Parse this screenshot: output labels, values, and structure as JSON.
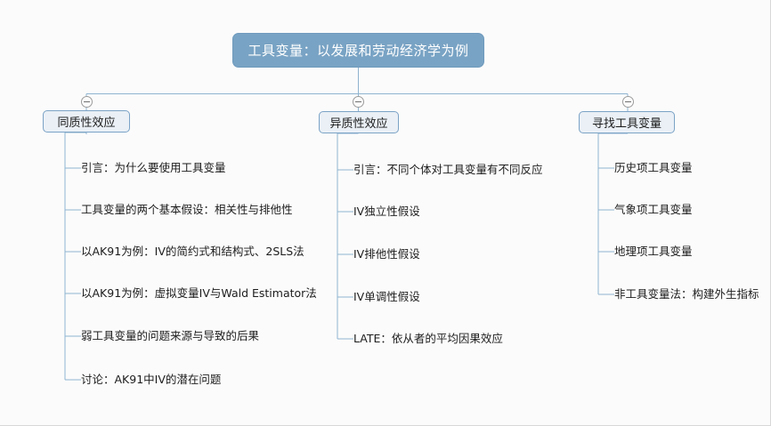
{
  "canvas": {
    "background": "#fbfbfb",
    "accent": "#79a3c4",
    "edge_color": "#8fb4d0",
    "node_fill": "#eaf0f6",
    "node_border": "#7ba3c6",
    "text_color": "#1d1d1d"
  },
  "root": {
    "label": "工具变量：以发展和劳动经济学为例",
    "toggle_icon": "collapse-minus-icon"
  },
  "branches": [
    {
      "label": "同质性效应",
      "toggle_icon": "collapse-minus-icon",
      "items": [
        "引言：为什么要使用工具变量",
        "工具变量的两个基本假设：相关性与排他性",
        "以AK91为例：IV的简约式和结构式、2SLS法",
        "以AK91为例：虚拟变量IV与Wald Estimator法",
        "弱工具变量的问题来源与导致的后果",
        "讨论：AK91中IV的潜在问题"
      ]
    },
    {
      "label": "异质性效应",
      "toggle_icon": "collapse-minus-icon",
      "items": [
        "引言：不同个体对工具变量有不同反应",
        "IV独立性假设",
        "IV排他性假设",
        "IV单调性假设",
        "LATE：依从者的平均因果效应"
      ]
    },
    {
      "label": "寻找工具变量",
      "toggle_icon": "collapse-minus-icon",
      "items": [
        "历史项工具变量",
        "气象项工具变量",
        "地理项工具变量",
        "非工具变量法：构建外生指标"
      ]
    }
  ]
}
